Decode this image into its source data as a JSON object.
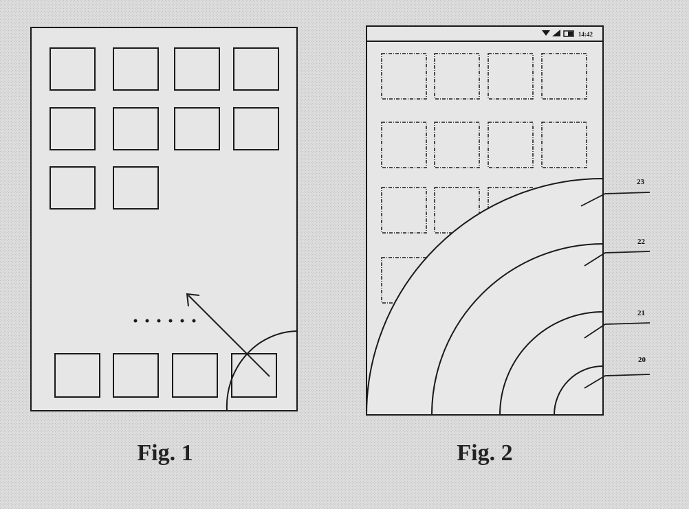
{
  "figure1": {
    "caption": "Fig. 1",
    "grid_icon_count": 10,
    "dock_icon_count": 4,
    "page_dots": 6
  },
  "figure2": {
    "caption": "Fig. 2",
    "status_bar": {
      "time": "14:42",
      "icons": [
        "wifi-icon",
        "signal-icon",
        "battery-icon"
      ]
    },
    "regions": [
      {
        "ref": "23"
      },
      {
        "ref": "22"
      },
      {
        "ref": "21"
      },
      {
        "ref": "20"
      }
    ]
  },
  "colors": {
    "background": "#d9d9d9",
    "line": "#1a1a1a",
    "paper": "#efefef"
  }
}
